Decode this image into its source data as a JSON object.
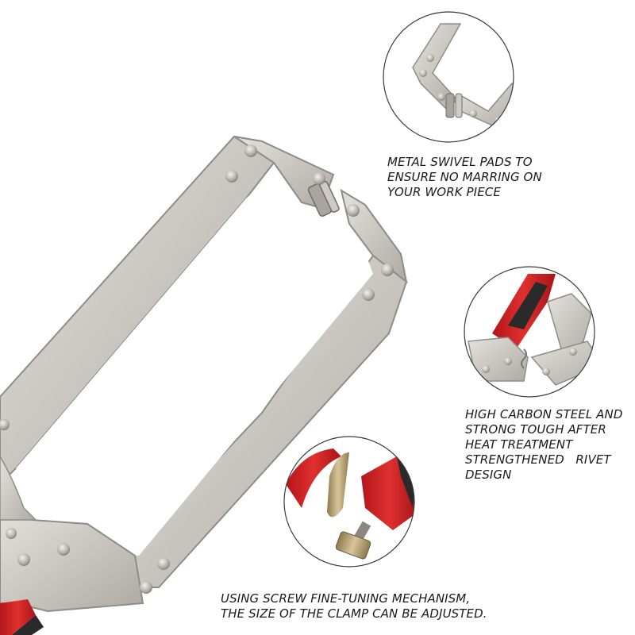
{
  "captions": {
    "swivel_pads": [
      "METAL SWIVEL PADS TO",
      "ENSURE NO MARRING ON",
      "YOUR WORK PIECE"
    ],
    "carbon_steel": [
      "HIGH CARBON STEEL AND",
      "STRONG TOUGH AFTER",
      "HEAT TREATMENT",
      "STRENGTHENED   RIVET",
      "DESIGN"
    ],
    "screw_mechanism": [
      "USING SCREW FINE-TUNING MECHANISM,",
      "THE SIZE OF THE CLAMP CAN BE ADJUSTED."
    ]
  },
  "colors": {
    "steel_light": "#d9d7d2",
    "steel_mid": "#bdbab4",
    "steel_dark": "#8f8c86",
    "handle_red": "#d8232a",
    "handle_dark": "#2a2a2a",
    "brass": "#b9a47a"
  }
}
